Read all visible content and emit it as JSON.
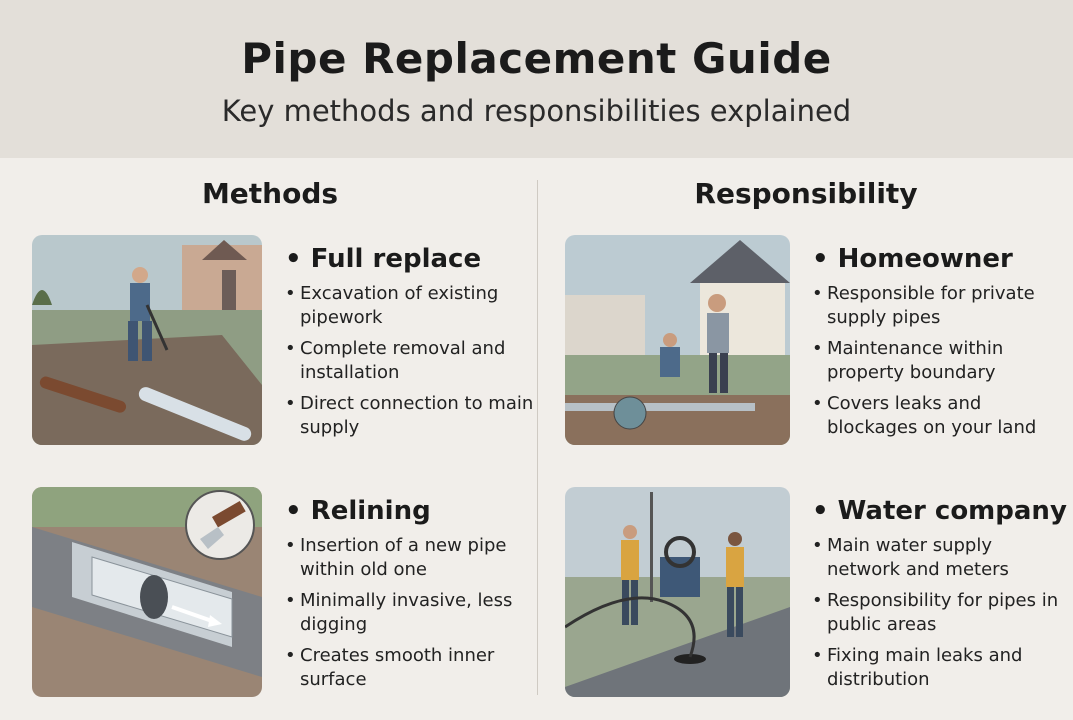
{
  "header": {
    "title": "Pipe Replacement Guide",
    "subtitle": "Key methods and responsibilities explained"
  },
  "columns": [
    {
      "title": "Methods",
      "sections": [
        {
          "heading": "Full replace",
          "items": [
            "Excavation of existing pipework",
            "Complete removal and installation",
            "Direct connection to main supply"
          ]
        },
        {
          "heading": "Relining",
          "items": [
            "Insertion of a new pipe within old one",
            "Minimally invasive, less digging",
            "Creates smooth inner surface"
          ]
        }
      ]
    },
    {
      "title": "Responsibility",
      "sections": [
        {
          "heading": "Homeowner",
          "items": [
            "Responsible for private supply pipes",
            "Maintenance within property boundary",
            "Covers leaks and blockages on your land"
          ]
        },
        {
          "heading": "Water company",
          "items": [
            "Main water supply network and meters",
            "Responsibility for pipes in public areas",
            "Fixing main leaks and distribution"
          ]
        }
      ]
    }
  ]
}
